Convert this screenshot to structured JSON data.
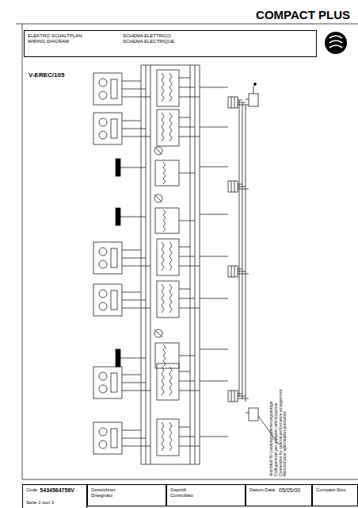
{
  "diagram": {
    "title": "COMPACT PLUS",
    "nodes": [
      {
        "text": [
          "ELEKTRO SCHALTPLAN WIRING DIAGRAM",
          "SCHEMA ELETTRICO SCHEMA ELECTRIQUE"
        ]
      },
      {
        "text": [
          "Code",
          "5434564756V",
          "Seite 1 von 3"
        ]
      },
      {
        "text": [
          "Gezeichnet Disegnato"
        ]
      },
      {
        "text": [
          "Geprüft Controllato"
        ]
      },
      {
        "text": [
          "Datum Data",
          "05/05/00"
        ]
      },
      {
        "text": [
          "Compact-Sico"
        ]
      }
    ],
    "labels": [
      "V-EREC/105",
      "Anschluß für Leistungsoptimierungsanlage",
      "Collegamento per impianto ottimizzazione",
      "Connection for optimal performance arrangement",
      "Raccord pour optimisation puissance"
    ]
  }
}
